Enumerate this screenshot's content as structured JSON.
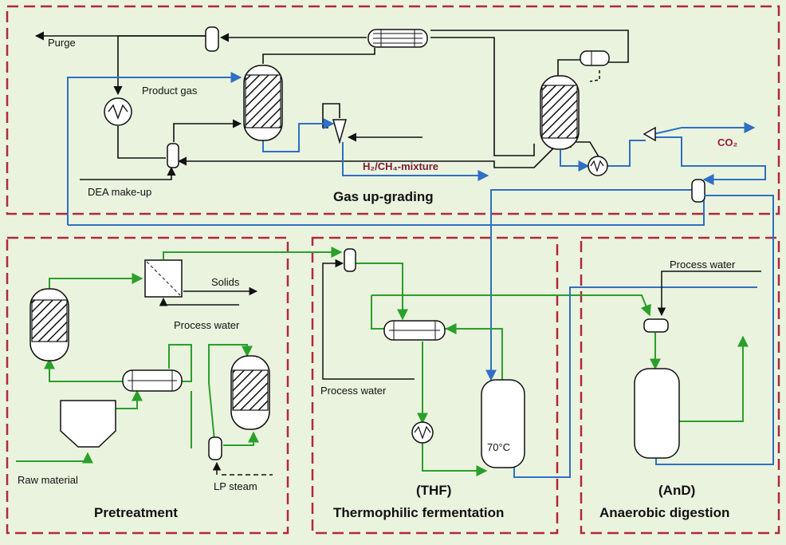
{
  "colors": {
    "background": "#eaf3de",
    "boundary": "#b02a3a",
    "green_stream": "#2aa02a",
    "blue_stream": "#2f6fc4",
    "black_stream": "#111111",
    "co2_label": "#9a1a3a",
    "h2_label": "#7a1a3a"
  },
  "sections": {
    "gas_upgrading": {
      "title": "Gas up-grading"
    },
    "pretreatment": {
      "title": "Pretreatment"
    },
    "thf": {
      "title": "Thermophilic fermentation",
      "abbr": "(THF)"
    },
    "and": {
      "title": "Anaerobic digestion",
      "abbr": "(AnD)"
    }
  },
  "labels": {
    "purge": "Purge",
    "product_gas": "Product gas",
    "dea_makeup": "DEA make-up",
    "h2ch4": "H₂/CH₄-mixture",
    "co2": "CO₂",
    "solids": "Solids",
    "process_water_pt": "Process water",
    "process_water_thf": "Process water",
    "process_water_and": "Process water",
    "raw_material": "Raw material",
    "lp_steam": "LP steam",
    "temp": "70°C"
  },
  "icons": [
    "heat-exchanger-icon",
    "packed-column-icon",
    "flash-drum-icon",
    "mixer-icon",
    "filter-icon",
    "hopper-icon",
    "fermenter-vessel-icon"
  ]
}
